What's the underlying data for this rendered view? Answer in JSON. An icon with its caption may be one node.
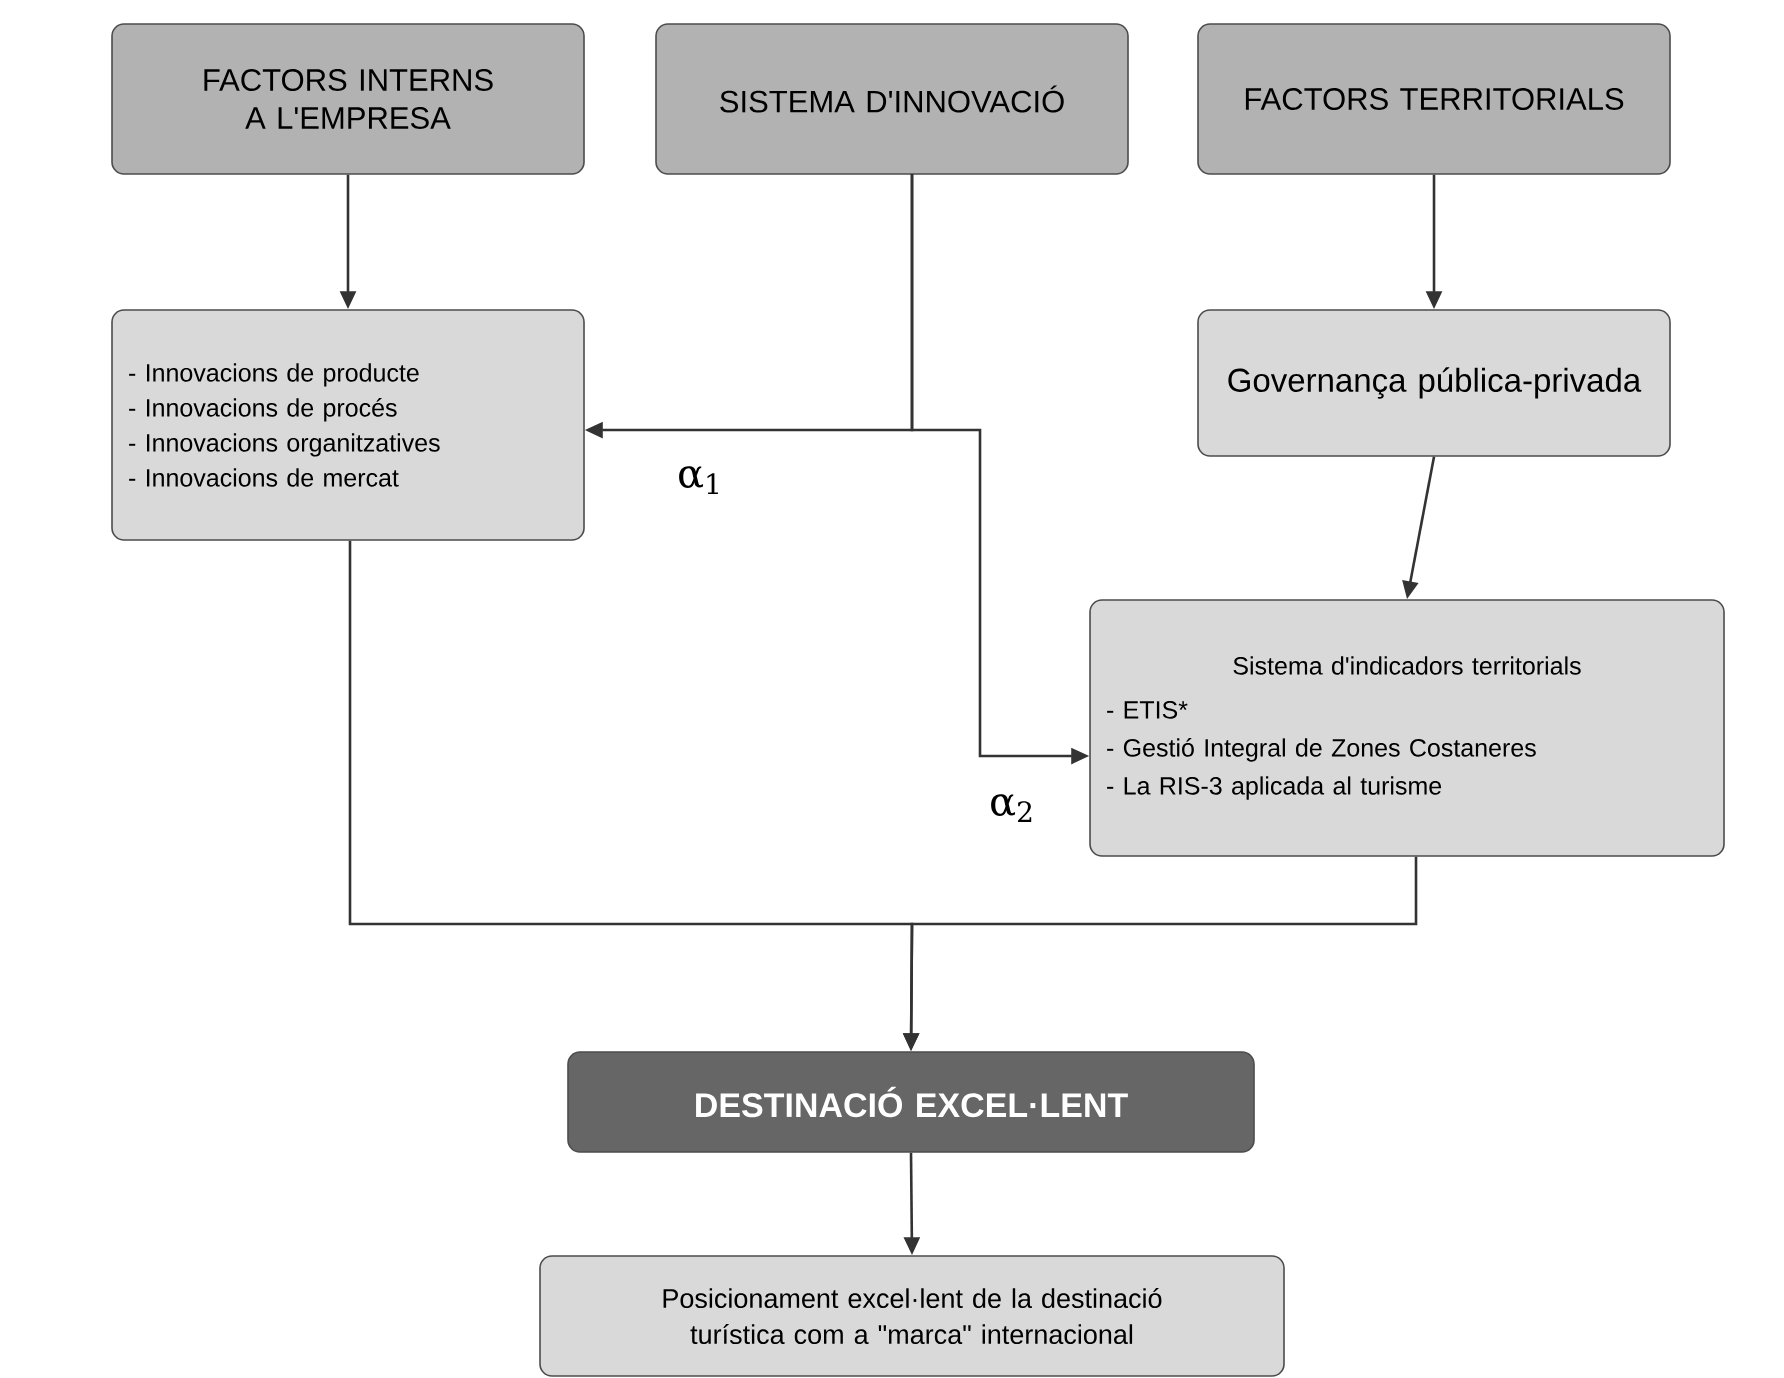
{
  "diagram": {
    "nodes": [
      {
        "text": [
          "FACTORS INTERNS A L'EMPRESA"
        ]
      },
      {
        "text": [
          "SISTEMA D'INNOVACIÓ"
        ]
      },
      {
        "text": [
          "FACTORS TERRITORIALS"
        ]
      },
      {
        "text": [
          "- Innovacions de producte",
          "- Innovacions de procés",
          "- Innovacions organitzatives",
          "- Innovacions de mercat"
        ]
      },
      {
        "text": [
          "Governança pública-privada"
        ]
      },
      {
        "text": [
          "Sistema d'indicadors territorials",
          "- ETIS*",
          "- Gestió Integral de Zones Costaneres",
          "- La RIS-3 aplicada al turisme"
        ]
      },
      {
        "text": [
          "DESTINACIÓ EXCEL·LENT"
        ]
      },
      {
        "text": [
          "Posicionament excel·lent de la destinació turística com a \"marca\" internacional"
        ]
      }
    ],
    "edges": [
      {
        "from": 0,
        "to": 3,
        "arrow": "to"
      },
      {
        "from": 2,
        "to": 4,
        "arrow": "to"
      },
      {
        "from": 4,
        "to": 5,
        "arrow": "to"
      },
      {
        "from": 1,
        "to": 3,
        "arrow": "to",
        "label": "α$_{1}$"
      },
      {
        "from": 1,
        "to": 5,
        "arrow": "to",
        "label": "α$_{2}$"
      },
      {
        "from": 3,
        "to": 6,
        "arrow": "to"
      },
      {
        "from": 5,
        "to": 6,
        "arrow": "to"
      },
      {
        "from": 6,
        "to": 7,
        "arrow": "to"
      }
    ]
  }
}
